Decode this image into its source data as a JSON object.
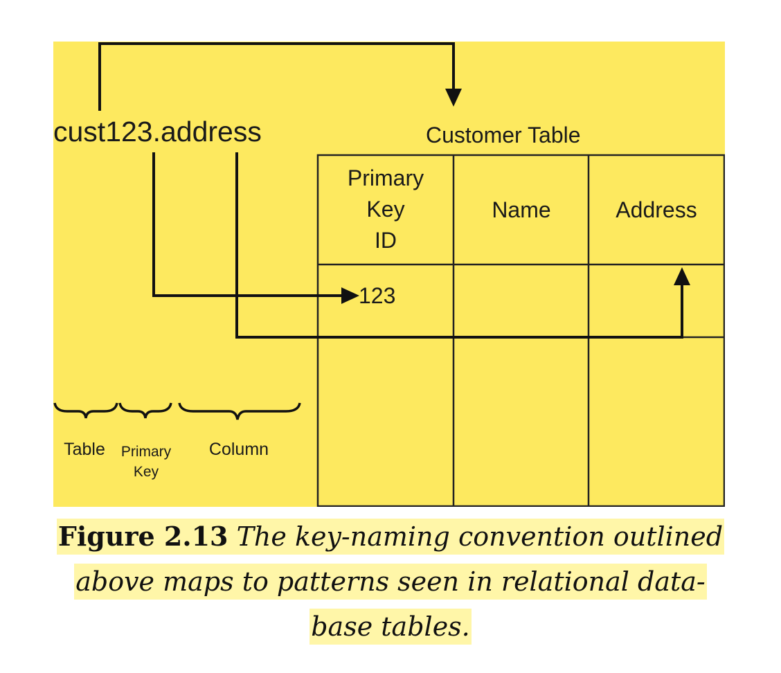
{
  "diagram": {
    "expression": "cust123.address",
    "table_title": "Customer Table",
    "columns": {
      "primary_key_line1": "Primary",
      "primary_key_line2": "Key",
      "primary_key_line3": "ID",
      "name": "Name",
      "address": "Address"
    },
    "row_value": "123",
    "braces": {
      "table": "Table",
      "primary_key_line1": "Primary",
      "primary_key_line2": "Key",
      "column": "Column"
    },
    "background_color": "#fde95f"
  },
  "caption": {
    "number": "Figure 2.13",
    "line1": "The key-naming convention outlined",
    "line2": "above maps to patterns seen in relational data-",
    "line3": "base tables.",
    "highlight_color": "#fff6a8"
  }
}
